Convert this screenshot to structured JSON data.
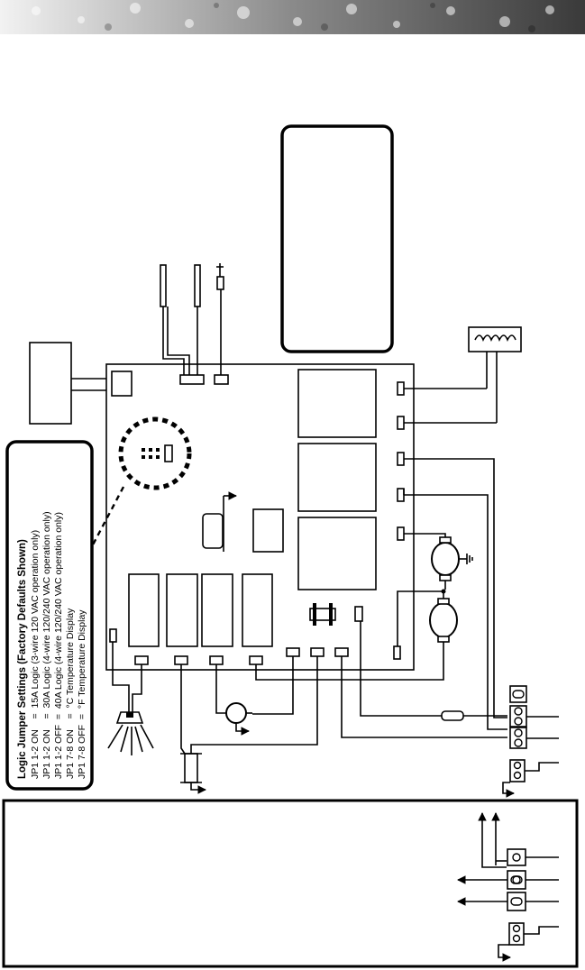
{
  "jumper_note": {
    "title": "Logic Jumper Settings (Factory Defaults Shown)",
    "lines": [
      "JP1 1-2 ON    =  15A Logic (3-wire 120 VAC operation only)",
      "JP1 1-2 ON    =  30A Logic (4-wire 120/240 VAC operation only)",
      "JP1 1-2 OFF  =  40A Logic (4-wire 120/240 VAC operation only)",
      "JP1 7-8 ON    =  °C Temperature Display",
      "JP1 7-8 OFF  =  °F Temperature Display"
    ]
  },
  "colors": {
    "ink": "#000000",
    "paper": "#ffffff"
  },
  "icons": [
    "ground-icon",
    "heater-coil-icon",
    "motor-icon",
    "light-icon",
    "arrow-icon",
    "terminal-block-icon"
  ]
}
